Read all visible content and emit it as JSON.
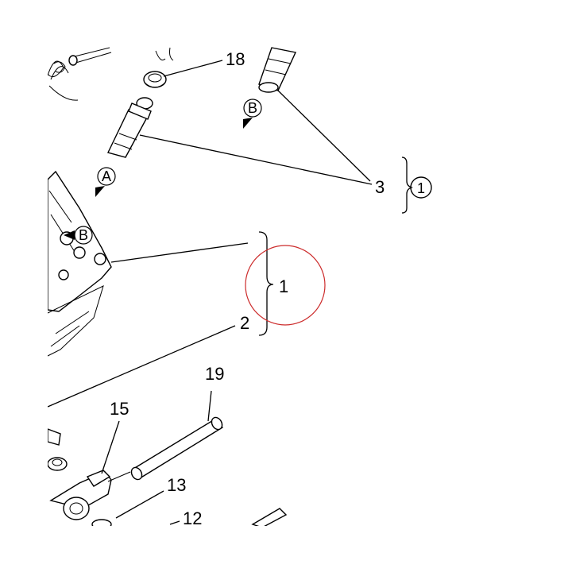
{
  "diagram": {
    "part_labels": {
      "p18": "18",
      "p3": "3",
      "p3_note": "1",
      "p1": "1",
      "p2": "2",
      "p19": "19",
      "p15": "15",
      "p13": "13",
      "p12": "12"
    },
    "view_markers": {
      "a": "A",
      "b_top": "B",
      "b_body": "B"
    },
    "highlight_color": "#cc2b2b"
  }
}
